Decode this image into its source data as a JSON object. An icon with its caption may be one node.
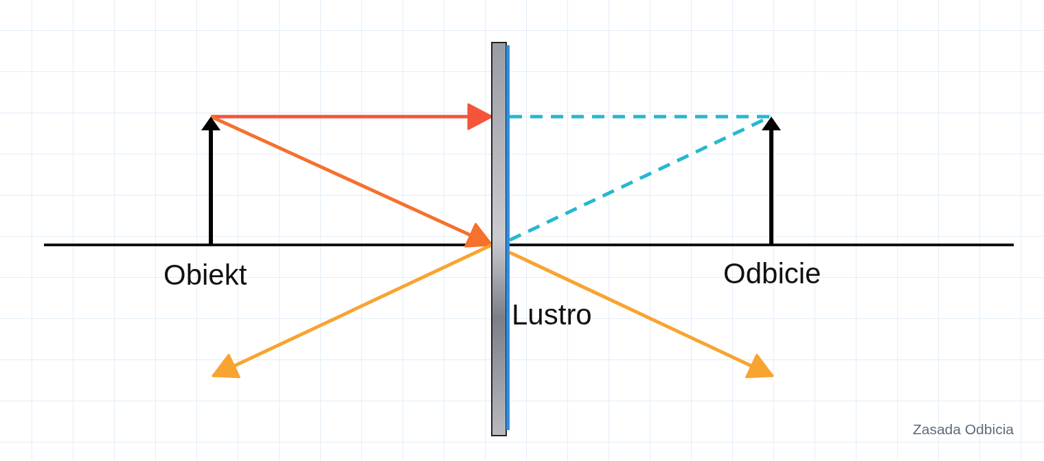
{
  "diagram": {
    "caption": "Zasada Odbicia",
    "nodes": [
      {
        "text": [],
        "shape": "arrow",
        "beside": [
          "Obiekt"
        ]
      },
      {
        "text": [],
        "shape": "bar",
        "beside": [
          "Lustro"
        ]
      },
      {
        "text": [],
        "shape": "arrow",
        "beside": [
          "Odbicie"
        ]
      }
    ],
    "edges": [
      {
        "from": 0,
        "to": 1,
        "arrow": "to",
        "color": "#f4553a"
      },
      {
        "from": 0,
        "to": 1,
        "arrow": "to",
        "color": "#f6702e"
      },
      {
        "from": 1,
        "to": null,
        "arrow": "to",
        "color": "#f8a431"
      },
      {
        "from": 1,
        "to": null,
        "arrow": "to",
        "color": "#f8a431"
      },
      {
        "from": 1,
        "to": 2,
        "arrow": "none",
        "style": "dashed",
        "color": "#26b8cf"
      },
      {
        "from": 1,
        "to": 2,
        "arrow": "none",
        "style": "dashed",
        "color": "#26b8cf"
      }
    ]
  }
}
